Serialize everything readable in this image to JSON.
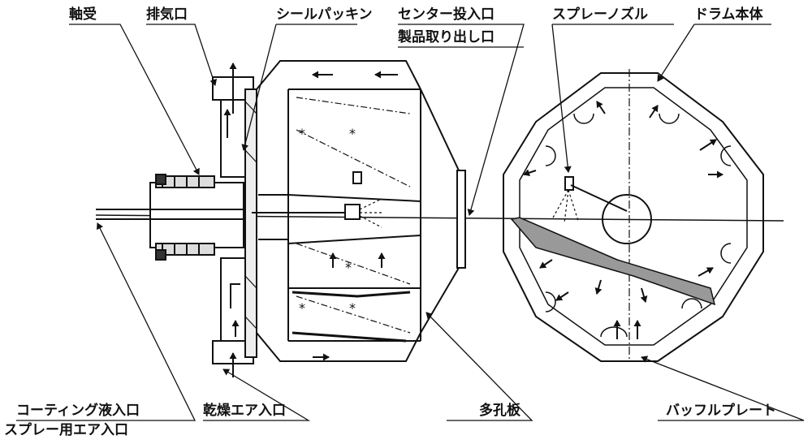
{
  "labels": {
    "bearing": "軸受",
    "exhaust_port": "排気口",
    "seal_packing": "シールパッキン",
    "center_inlet": "センター投入口",
    "product_outlet": "製品取り出し口",
    "spray_nozzle": "スプレーノズル",
    "drum_body": "ドラム本体",
    "coating_inlet": "コーティング液入口",
    "spray_air_inlet": "スプレー用エア入口",
    "drying_air_inlet": "乾燥エア入口",
    "perforated_plate": "多孔板",
    "baffle_plate": "バッフルプレート"
  },
  "colors": {
    "ink": "#111111",
    "paper": "#ffffff"
  }
}
